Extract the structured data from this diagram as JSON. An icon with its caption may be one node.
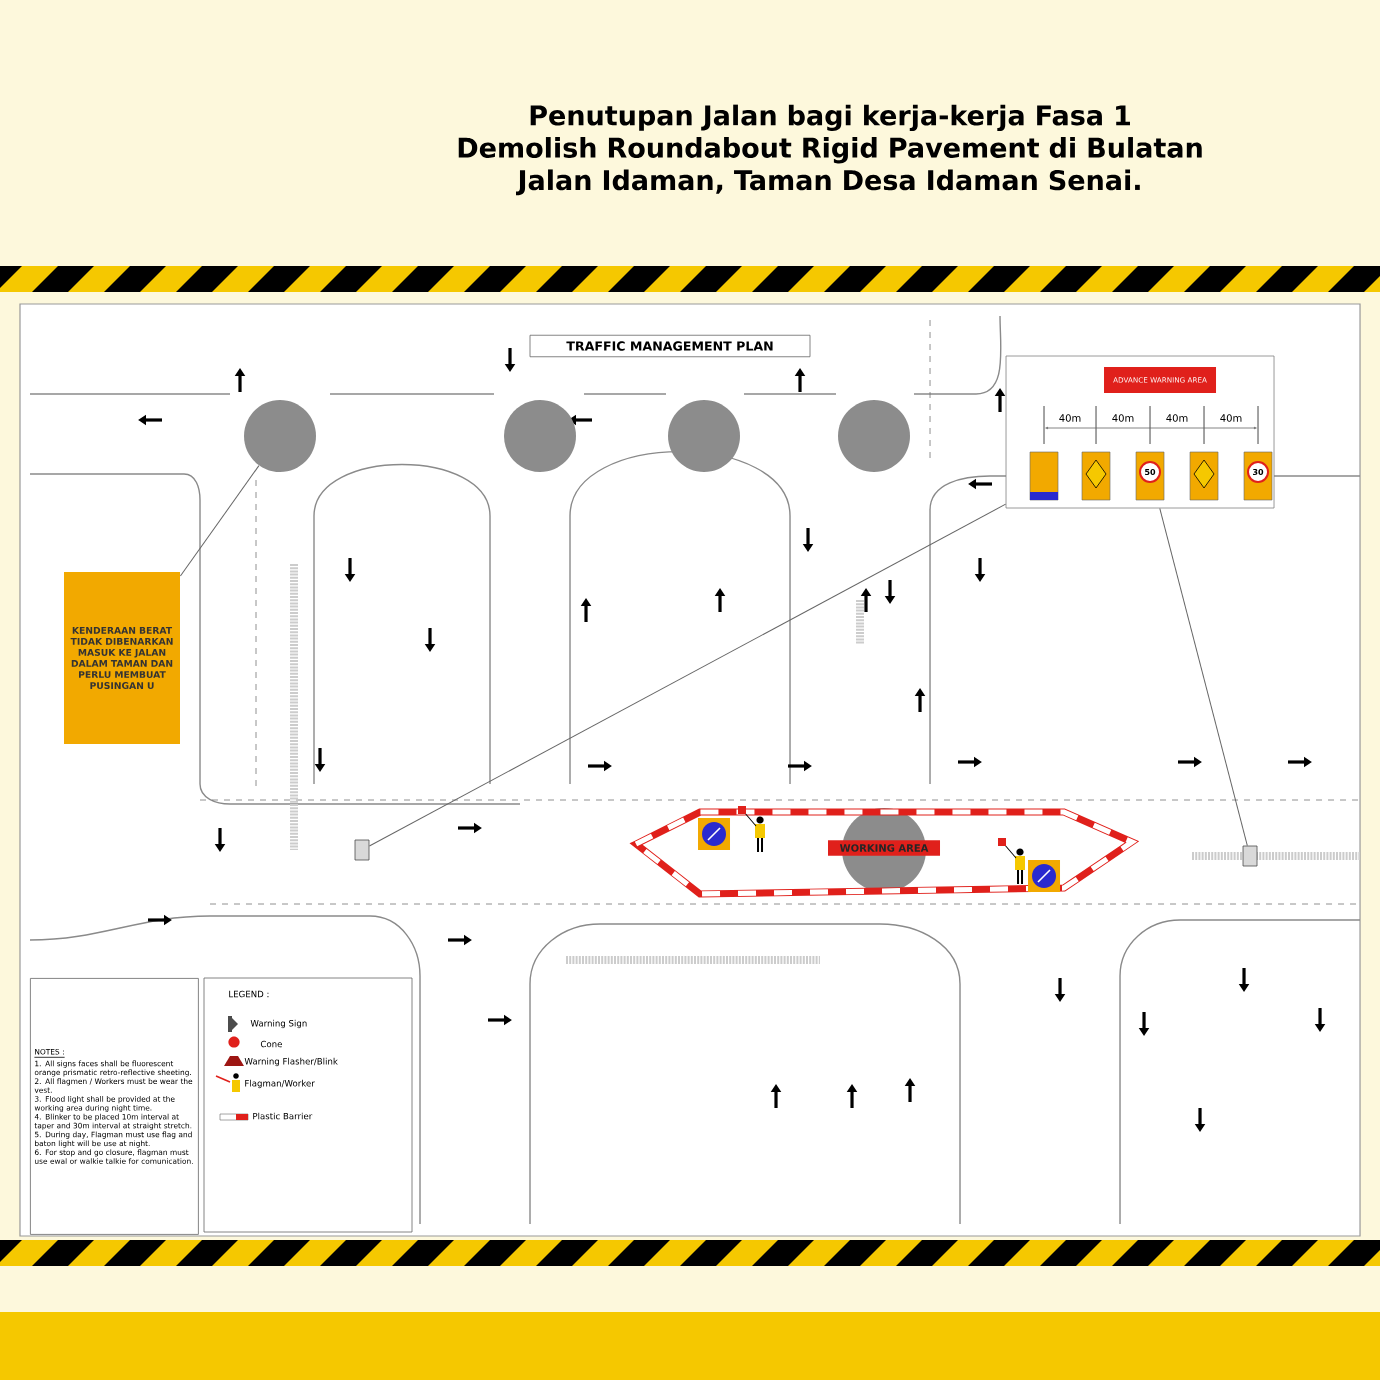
{
  "diagram": {
    "title": "Penutupan Jalan bagi kerja-kerja Fasa 1 Demolish Roundabout Rigid Pavement di Bulatan Jalan Idaman, Taman Desa Idaman Senai.",
    "nodes": [
      {
        "text": [
          "TRAFFIC MANAGEMENT PLAN"
        ]
      },
      {
        "text": [
          "ADVANCE WARNING AREA"
        ]
      },
      {
        "text": [],
        "shape": "circle"
      },
      {
        "text": [],
        "shape": "circle"
      },
      {
        "text": [],
        "shape": "circle"
      },
      {
        "text": [],
        "shape": "circle"
      },
      {
        "text": [
          "KENDERAAN BERAT TIDAK DIBENARKAN MASUK KE JALAN DALAM TAMAN DAN PERLU MEMBUAT PUSINGAN U"
        ]
      },
      {
        "text": [],
        "shape": "box"
      },
      {
        "text": [
          "WORKING AREA"
        ]
      },
      {
        "text": [],
        "shape": "box"
      },
      {
        "text": [
          "NOTES :",
          "1. All signs faces shall be fluorescent orange prismatic retro-reflective sheeting.",
          "2. All flagmen / Workers must be wear the vest.",
          "3. Flood light shall be provided at the working area during night time.",
          "4. Blinker to be placed 10m interval at taper and 30m interval at straight stretch.",
          "5. During day, Flagman must use flag and baton light will be use at night.",
          "6. For stop and go closure, flagman must use ewal or walkie talkie for comunication."
        ]
      }
    ],
    "edges": [
      {
        "from": 6,
        "to": 2,
        "arrow": "none"
      },
      {
        "from": 1,
        "to": 7,
        "arrow": "none"
      },
      {
        "from": 1,
        "to": 9,
        "arrow": "none"
      }
    ],
    "labels": [
      "40m",
      "40m",
      "40m",
      "40m",
      "50",
      "30",
      "LEGEND :"
    ],
    "legend": [
      {
        "text": "Warning Sign"
      },
      {
        "text": "Cone"
      },
      {
        "text": "Warning Flasher/Blink"
      },
      {
        "text": "Flagman/Worker"
      },
      {
        "text": "Plastic Barrier"
      }
    ]
  }
}
